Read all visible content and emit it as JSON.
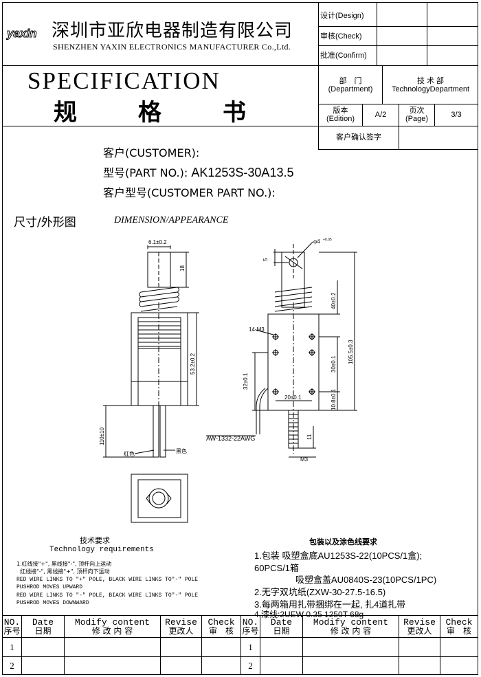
{
  "header": {
    "logo": "yaxin",
    "company_cn": "深圳市亚欣电器制造有限公司",
    "company_en": "SHENZHEN YAXIN ELECTRONICS MANUFACTURER Co.,Ltd.",
    "spec_title": "SPECIFICATION",
    "spec_title_cn": [
      "规",
      "格",
      "书"
    ]
  },
  "approval": {
    "design": "设计(Design)",
    "check": "审核(Check)",
    "confirm": "批准(Confirm)",
    "department_cn": "部　门",
    "department_en": "(Department)",
    "department_value_cn": "技 术 部",
    "department_value_en": "TechnologyDepartment",
    "edition_cn": "版本",
    "edition_en": "(Edition)",
    "edition_value": "A/2",
    "page_cn": "页次",
    "page_en": "(Page)",
    "page_value": "3/3",
    "customer_sign": "客户确认签字"
  },
  "info": {
    "customer_label": "客户(CUSTOMER):",
    "part_label": "型号(PART NO.):",
    "part_value": "AK1253S-30A13.5",
    "customer_part_label": "客户型号(CUSTOMER PART NO.):"
  },
  "section": {
    "title_cn": "尺寸/外形图",
    "title_en": "DIMENSION/APPEARANCE"
  },
  "drawing": {
    "dims": {
      "top_width": "6.1±0.2",
      "top_len": "18",
      "body_len": "53.2±0.2",
      "wire_len": "110±10",
      "hole": "φ4",
      "hole_tol": "+0.05",
      "hole_offset": "5",
      "upper_len": "40±0.2",
      "total_len": "105.5±0.3",
      "screw": "14-M3",
      "hole_spacing_v": "30±0.1",
      "mount_h": "32±0.1",
      "hole_spacing_h": "20±0.1",
      "bottom_offset": "10.8±0.1",
      "rod_len": "11",
      "thread": "M3",
      "wire_spec": "AW-1332-22AWG",
      "red_label": "红色",
      "black_label": "黑色"
    }
  },
  "requirements": {
    "title_cn": "技术要求",
    "title_en": "Technology  requirements",
    "lines": [
      "1.红线接\"+\", 黑线接\"-\", 顶杆向上运动",
      "  红线接\"-\", 黑线接\"+\", 顶杆向下运动",
      "RED WIRE LINKS TO \"+\" POLE, BLACK WIRE LINKS TO\"-\" POLE",
      "PUSHROD MOVES UPWARD",
      "RED WIRE LINKS TO \"-\" POLE, BIACK WIRE LINKS TO\"-\" POLE",
      "PUSHROD MOVES DOWNWARD"
    ]
  },
  "packaging": {
    "title": "包装以及涂色线要求",
    "lines": [
      "1.包装 吸塑盒底AU1253S-22(10PCS/1盒);",
      "60PCS/1箱",
      "吸塑盒盖AU0840S-23(10PCS/1PC)",
      "2.无字双坑纸(ZXW-30-27.5-16.5)",
      "3.每两箱用扎带捆绑在一起, 扎4道扎带",
      "4.漆线:2UEW 0.35 1250T 68g"
    ]
  },
  "revision_table": {
    "headers": [
      {
        "en": "NO.",
        "cn": "序号"
      },
      {
        "en": "Date",
        "cn": "日期"
      },
      {
        "en": "Modify content",
        "cn": "修 改 内 容"
      },
      {
        "en": "Revise",
        "cn": "更改人"
      },
      {
        "en": "Check",
        "cn": "审　核"
      }
    ],
    "rows": [
      "1",
      "2"
    ]
  }
}
